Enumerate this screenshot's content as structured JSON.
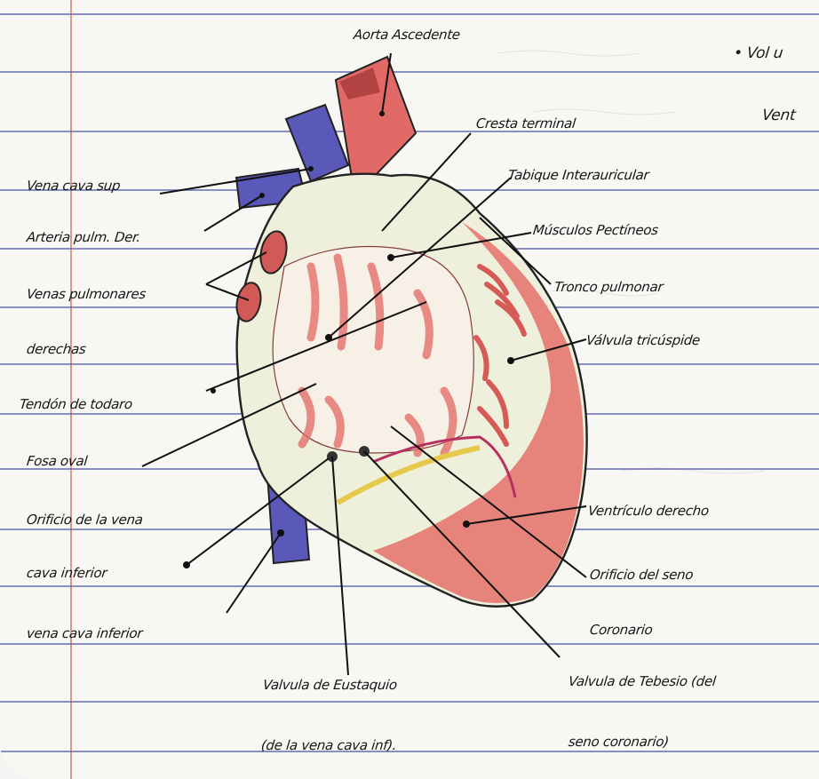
{
  "labels": {
    "aorta": "Aorta Ascedente",
    "cresta": "Cresta terminal",
    "vena_cava_sup": "Vena cava sup",
    "tabique": "Tabique Interauricular",
    "arteria_pulm": "Arteria pulm. Der.",
    "musculos": "Músculos Pectíneos",
    "venas_pulm_1": "Venas pulmonares",
    "venas_pulm_2": "derechas",
    "tronco": "Tronco pulmonar",
    "valvula_tric": "Válvula tricúspide",
    "tendon": "Tendón de todaro",
    "fosa": "Fosa oval",
    "orificio_vena_1": "Orificio de la vena",
    "orificio_vena_2": "cava inferior",
    "ventriculo": "Ventrículo derecho",
    "orificio_seno_1": "Orificio del seno",
    "orificio_seno_2": "Coronario",
    "vena_cava_inf": "vena cava inferior",
    "valvula_eust_1": "Valvula de Eustaquio",
    "valvula_eust_2": "(de la vena cava inf).",
    "valvula_teb_1": "Valvula de Tebesio (del",
    "valvula_teb_2": "seno coronario)",
    "side_1": "• Vol u",
    "side_2": "Vent"
  },
  "colors": {
    "paper": "#f7f7f4",
    "ruled_line": "#4a55a8",
    "margin_line": "#c05050",
    "vein_blue": "#5a58b8",
    "aorta_red": "#e26a66",
    "muscle_red": "#e4716b",
    "tissue_pale": "#eef0dc",
    "ink": "#151515"
  }
}
